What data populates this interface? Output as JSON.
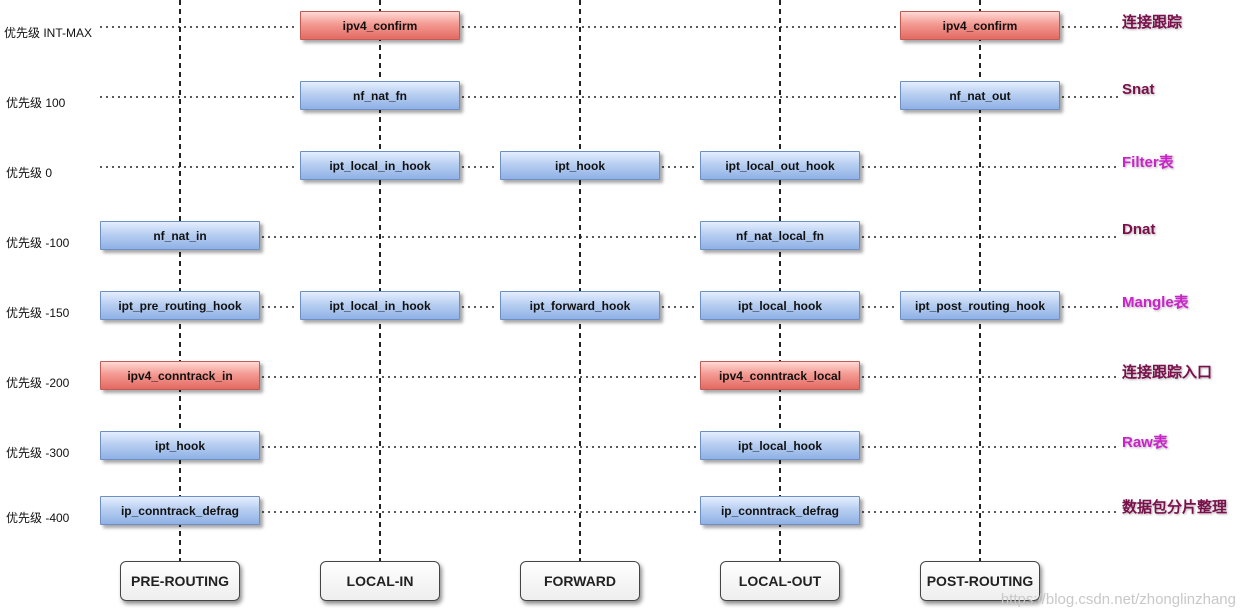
{
  "chains": [
    "PRE-ROUTING",
    "LOCAL-IN",
    "FORWARD",
    "LOCAL-OUT",
    "POST-ROUTING"
  ],
  "rows": [
    {
      "priority": "优先级  INT-MAX",
      "tag": "连接跟踪",
      "tag_color": "#7a0f4b",
      "hooks": [
        null,
        {
          "label": "ipv4_confirm",
          "style": "red"
        },
        null,
        null,
        {
          "label": "ipv4_confirm",
          "style": "red"
        }
      ]
    },
    {
      "priority": "优先级  100",
      "tag": "Snat",
      "tag_color": "#7a0f4b",
      "hooks": [
        null,
        {
          "label": "nf_nat_fn",
          "style": "blue"
        },
        null,
        null,
        {
          "label": "nf_nat_out",
          "style": "blue"
        }
      ]
    },
    {
      "priority": "优先级  0",
      "tag": "Filter表",
      "tag_color": "#cc22cc",
      "hooks": [
        null,
        {
          "label": "ipt_local_in_hook",
          "style": "blue"
        },
        {
          "label": "ipt_hook",
          "style": "blue"
        },
        {
          "label": "ipt_local_out_hook",
          "style": "blue"
        },
        null
      ]
    },
    {
      "priority": "优先级  -100",
      "tag": "Dnat",
      "tag_color": "#7a0f4b",
      "hooks": [
        {
          "label": "nf_nat_in",
          "style": "blue"
        },
        null,
        null,
        {
          "label": "nf_nat_local_fn",
          "style": "blue"
        },
        null
      ]
    },
    {
      "priority": "优先级  -150",
      "tag": "Mangle表",
      "tag_color": "#cc22cc",
      "hooks": [
        {
          "label": "ipt_pre_routing_hook",
          "style": "blue"
        },
        {
          "label": "ipt_local_in_hook",
          "style": "blue"
        },
        {
          "label": "ipt_forward_hook",
          "style": "blue"
        },
        {
          "label": "ipt_local_hook",
          "style": "blue"
        },
        {
          "label": "ipt_post_routing_hook",
          "style": "blue"
        }
      ]
    },
    {
      "priority": "优先级  -200",
      "tag": "连接跟踪入口",
      "tag_color": "#7a0f4b",
      "hooks": [
        {
          "label": "ipv4_conntrack_in",
          "style": "red"
        },
        null,
        null,
        {
          "label": "ipv4_conntrack_local",
          "style": "red"
        },
        null
      ]
    },
    {
      "priority": "优先级  -300",
      "tag": "Raw表",
      "tag_color": "#cc22cc",
      "hooks": [
        {
          "label": "ipt_hook",
          "style": "blue"
        },
        null,
        null,
        {
          "label": "ipt_local_hook",
          "style": "blue"
        },
        null
      ]
    },
    {
      "priority": "优先级  -400",
      "tag": "数据包分片整理",
      "tag_color": "#7a0f4b",
      "hooks": [
        {
          "label": "ip_conntrack_defrag",
          "style": "blue"
        },
        null,
        null,
        {
          "label": "ip_conntrack_defrag",
          "style": "blue"
        },
        null
      ]
    }
  ],
  "watermark": "https://blog.csdn.net/zhonglinzhang"
}
